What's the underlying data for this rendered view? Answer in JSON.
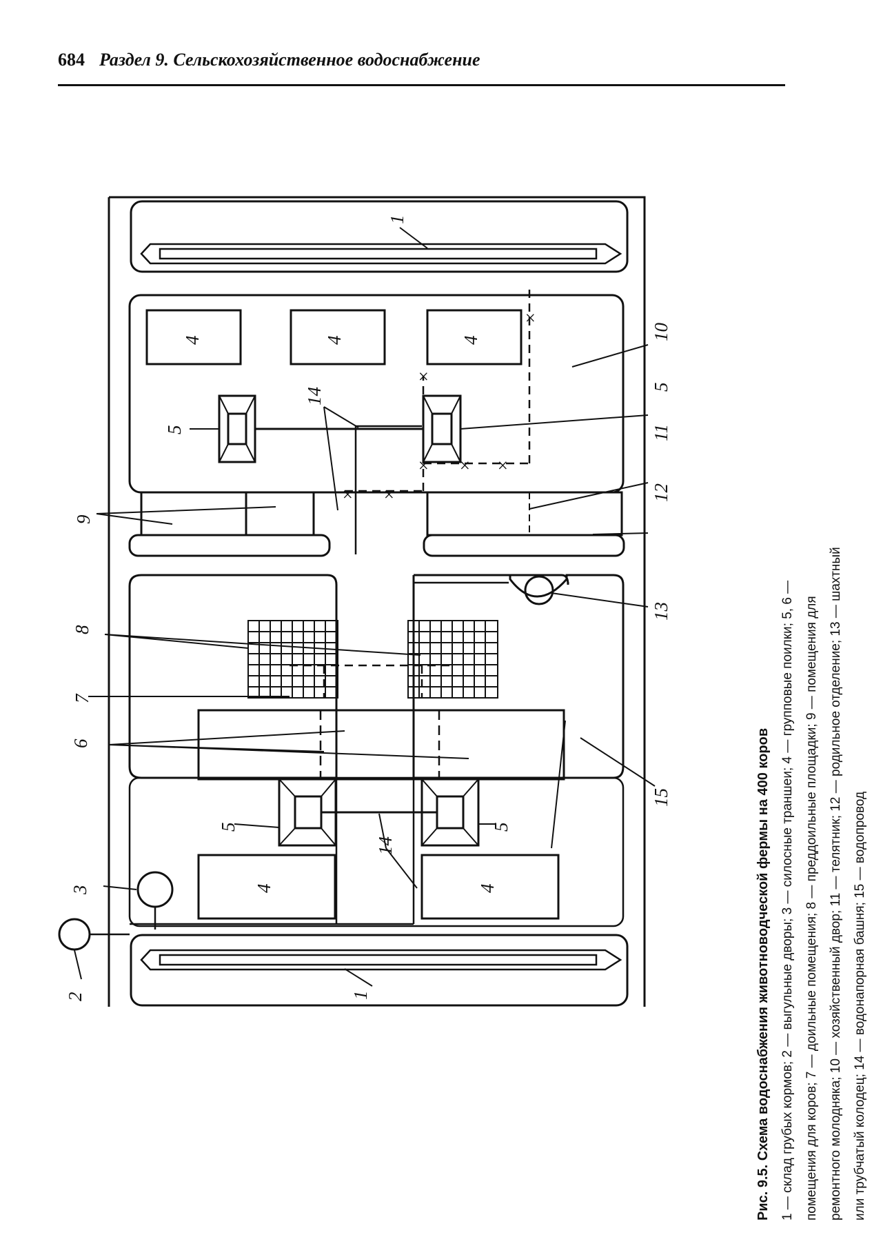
{
  "header": {
    "page_number": "684",
    "section_title": "Раздел 9. Сельскохозяйственное водоснабжение"
  },
  "figure": {
    "labels": {
      "n1": "1",
      "n2": "2",
      "n3": "3",
      "n4": "4",
      "n5": "5",
      "n6": "6",
      "n7": "7",
      "n8": "8",
      "n9": "9",
      "n10": "10",
      "n11": "11",
      "n12": "12",
      "n13": "13",
      "n14": "14",
      "n15": "15"
    },
    "pipe_marker": "×"
  },
  "caption": {
    "title": "Рис. 9.5. Схема водоснабжения животноводческой фермы на 400 коров",
    "legend": "1 — склад грубых кормов; 2 — выгульные дворы; 3 — силосные траншеи; 4 — групповые поилки; 5, 6 — помещения для коров; 7 — доильные помещения; 8 — преддоильные площадки; 9 — помещения для ремонтного молодняка; 10 — хозяйственный двор; 11 — телятник; 12 — родильное отделение; 13 — шахтный или трубчатый колодец; 14 — водонапорная башня; 15 — водопровод"
  }
}
